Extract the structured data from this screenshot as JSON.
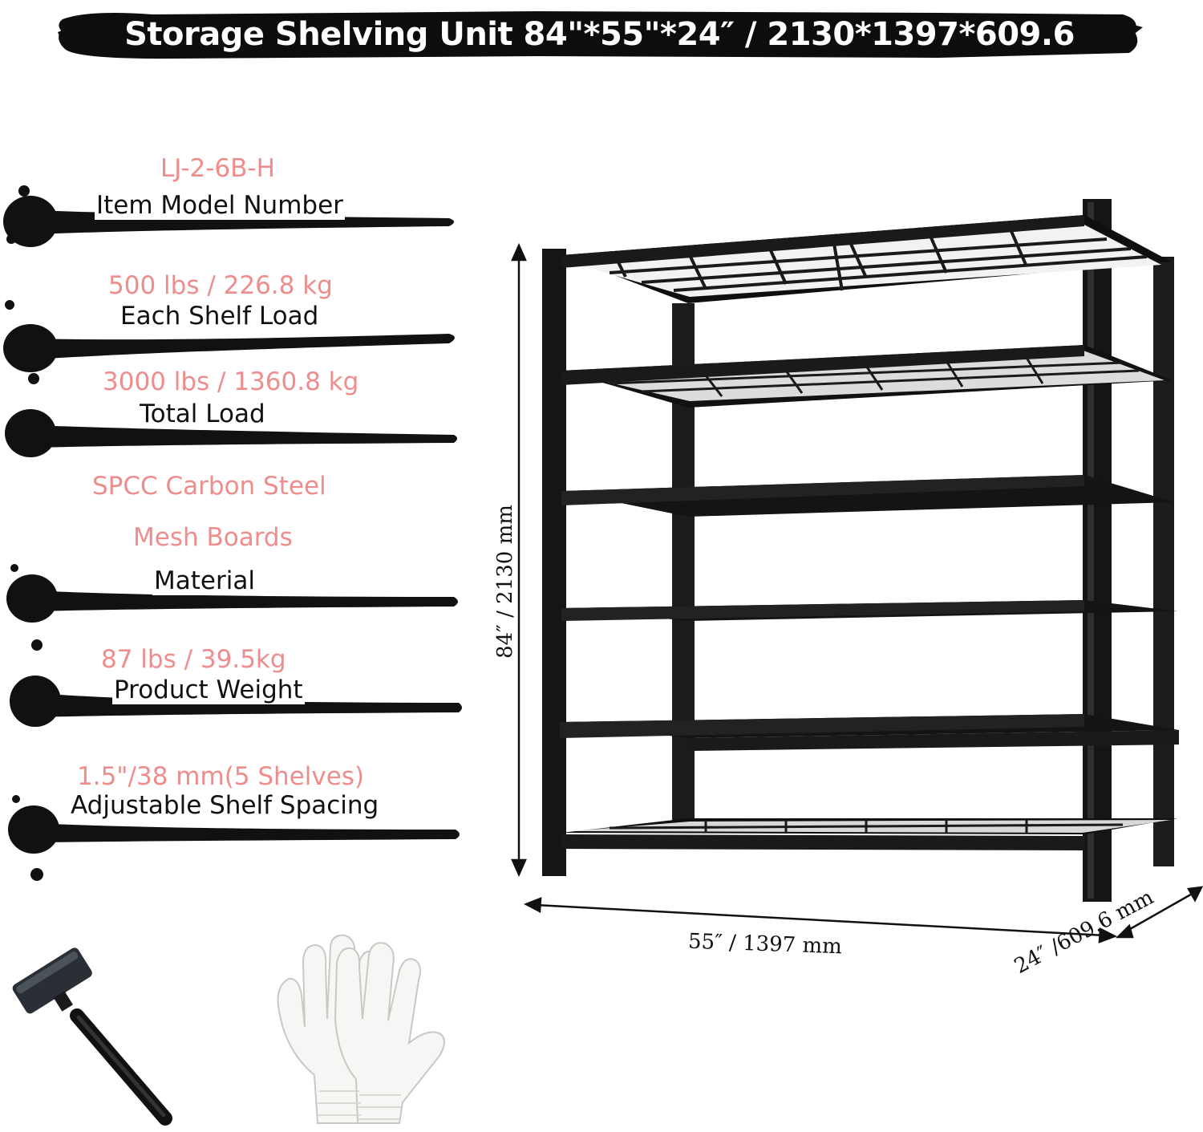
{
  "title": "Storage Shelving Unit 84\"*55\"*24″ / 2130*1397*609.6",
  "specs": {
    "model": {
      "value": "LJ-2-6B-H",
      "label": "Item Model Number"
    },
    "shelf_load": {
      "value": "500 lbs / 226.8 kg",
      "label": "Each Shelf Load"
    },
    "total_load": {
      "value": "3000 lbs / 1360.8 kg",
      "label": "Total Load"
    },
    "material": {
      "value_line1": "SPCC Carbon Steel",
      "value_line2": "Mesh Boards",
      "label": "Material"
    },
    "weight": {
      "value": "87 lbs / 39.5kg",
      "label": "Product Weight"
    },
    "spacing": {
      "value": "1.5\"/38 mm(5 Shelves)",
      "label": "Adjustable Shelf Spacing"
    }
  },
  "dimensions": {
    "height": "84″ / 2130 mm",
    "width": "55″ / 1397 mm",
    "depth": "24″ /609.6 mm"
  },
  "colors": {
    "accent_pink": "#ef8c8c",
    "ink": "#111111",
    "shelf_black": "#1a1a1a"
  },
  "accessories": [
    "hammer-icon",
    "gloves-icon"
  ]
}
